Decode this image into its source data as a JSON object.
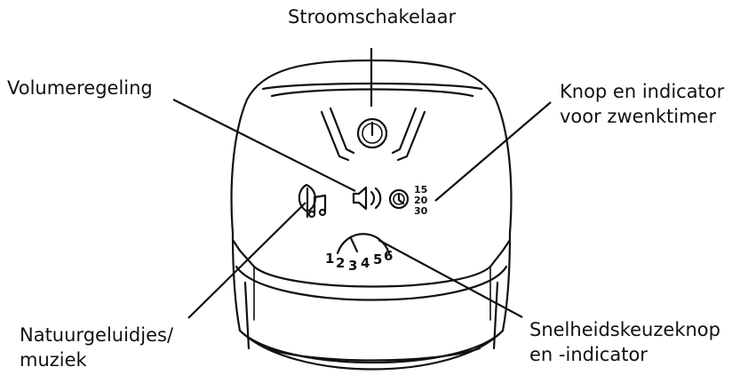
{
  "labels": {
    "power_switch": "Stroomschakelaar",
    "volume": "Volumeregeling",
    "timer_line1": "Knop en indicator",
    "timer_line2": "voor zwenktimer",
    "nature_line1": "Natuurgeluidjes/",
    "nature_line2": "muziek",
    "speed_line1": "Snelheidskeuzeknop",
    "speed_line2": "en -indicator"
  },
  "timer_values": [
    "15",
    "20",
    "30"
  ],
  "speed_values": [
    "1",
    "2",
    "3",
    "4",
    "5",
    "6"
  ],
  "icons": [
    "power-icon",
    "speaker-icon",
    "clock-icon",
    "nature-music-icon",
    "speed-dial-icon"
  ]
}
